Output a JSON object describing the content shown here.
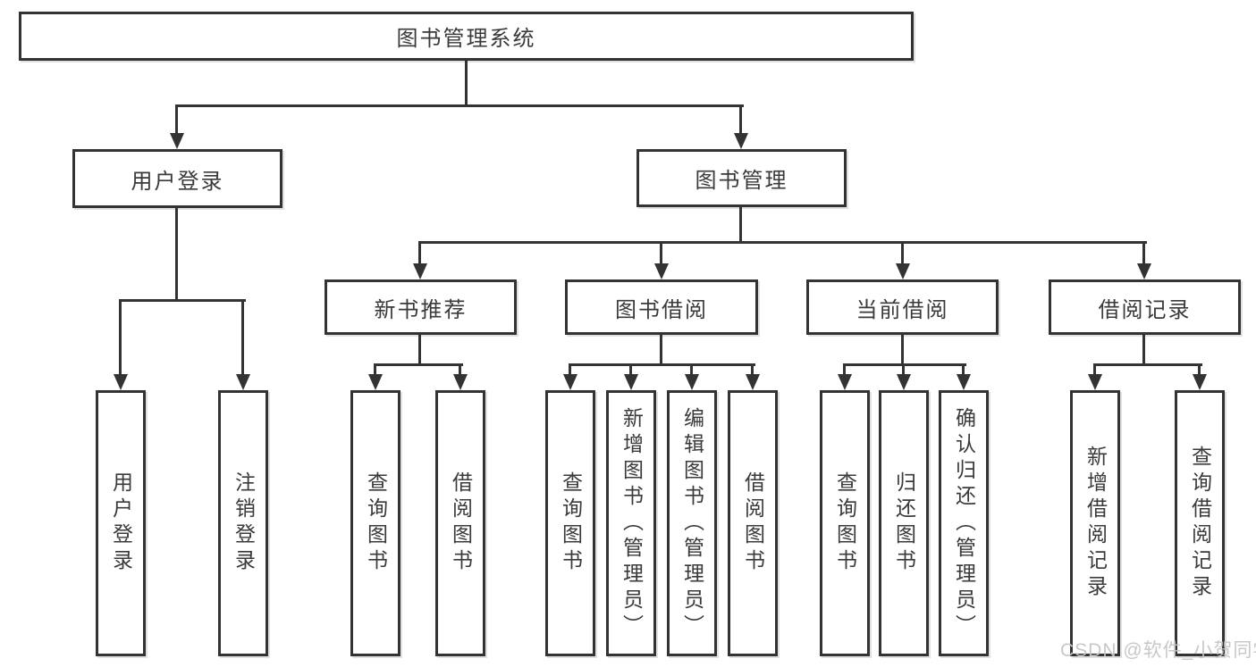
{
  "nodes": {
    "root": "图书管理系统",
    "level2": [
      "用户登录",
      "图书管理"
    ],
    "level3": [
      "新书推荐",
      "图书借阅",
      "当前借阅",
      "借阅记录"
    ],
    "leaves": [
      "用户登录",
      "注销登录",
      "查询图书",
      "借阅图书",
      "查询图书",
      "新增图书（管理员）",
      "编辑图书（管理员）",
      "借阅图书",
      "查询图书",
      "归还图书",
      "确认归还（管理员）",
      "新增借阅记录",
      "查询借阅记录"
    ]
  },
  "hierarchy": {
    "图书管理系统": [
      "用户登录",
      "图书管理"
    ],
    "用户登录": [
      "用户登录",
      "注销登录"
    ],
    "图书管理": [
      "新书推荐",
      "图书借阅",
      "当前借阅",
      "借阅记录"
    ],
    "新书推荐": [
      "查询图书",
      "借阅图书"
    ],
    "图书借阅": [
      "查询图书",
      "新增图书（管理员）",
      "编辑图书（管理员）",
      "借阅图书"
    ],
    "当前借阅": [
      "查询图书",
      "归还图书",
      "确认归还（管理员）"
    ],
    "借阅记录": [
      "新增借阅记录",
      "查询借阅记录"
    ]
  },
  "watermark": "CSDN @软件_小贺同学",
  "colors": {
    "line": "#333333",
    "text": "#3a3a3a",
    "watermark": "#c5c5c5",
    "background": "#ffffff"
  }
}
